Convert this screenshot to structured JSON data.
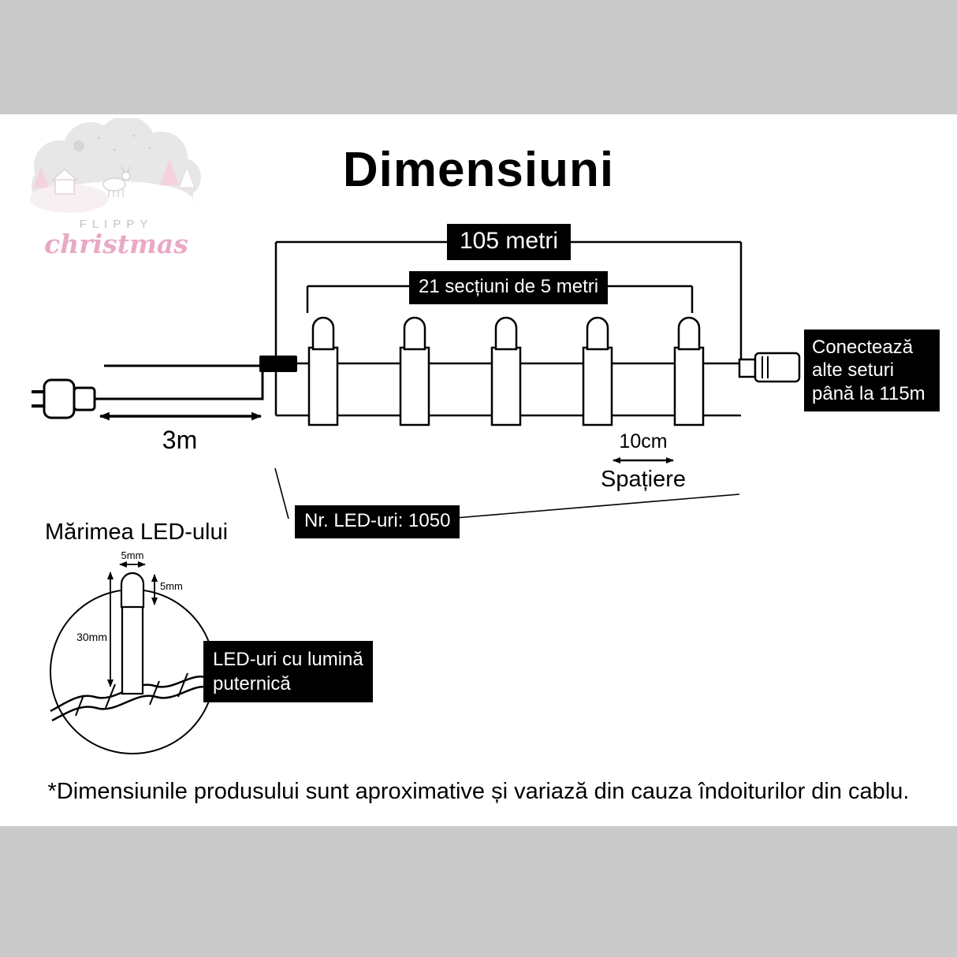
{
  "title": "Dimensiuni",
  "brand": {
    "name_top": "FLIPPY",
    "name_script": "christmas"
  },
  "measurements": {
    "total": "105 metri",
    "sections": "21 secțiuni de 5 metri",
    "lead": "3m",
    "spacing_value": "10cm",
    "spacing_word": "Spațiere",
    "led_count": "Nr. LED-uri: 1050",
    "connect_line1": "Conectează",
    "connect_line2": "alte seturi",
    "connect_line3": "până la 115m"
  },
  "led_detail": {
    "heading": "Mărimea LED-ului",
    "bulb_width": "5mm",
    "bulb_height": "5mm",
    "led_height": "30mm",
    "note_line1": "LED-uri cu lumină",
    "note_line2": "puternică"
  },
  "footnote": "*Dimensiunile produsului sunt aproximative și variază din cauza îndoiturilor din cablu.",
  "colors": {
    "background_band": "#c9c9c9",
    "panel": "#ffffff",
    "ink": "#000000",
    "label_bg": "#000000",
    "label_text": "#ffffff",
    "brand_pink": "#e9a9c4",
    "brand_gray": "#c3c3c3"
  }
}
